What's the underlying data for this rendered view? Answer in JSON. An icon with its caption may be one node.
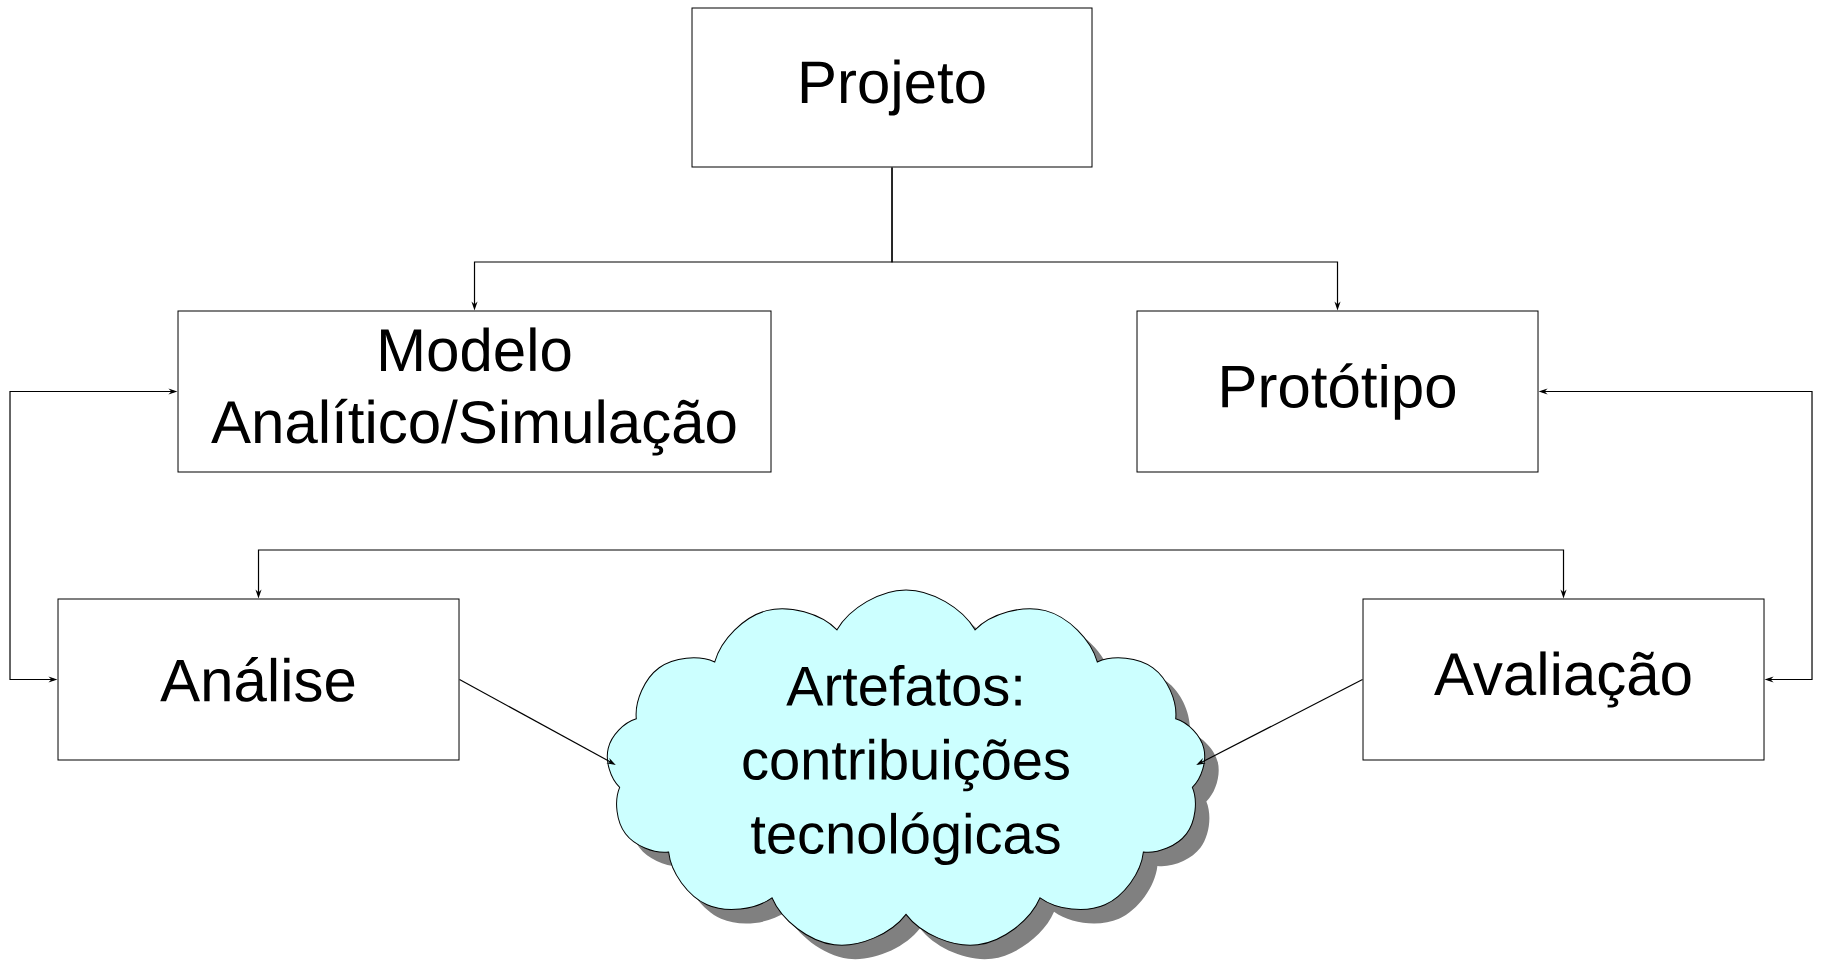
{
  "diagram": {
    "nodes": [
      {
        "text": [
          "Projeto"
        ]
      },
      {
        "text": [
          "Modelo Analítico/Simulação"
        ]
      },
      {
        "text": [
          "Protótipo"
        ]
      },
      {
        "text": [
          "Análise"
        ]
      },
      {
        "text": [
          "Avaliação"
        ]
      },
      {
        "text": [
          "Artefatos: contribuições tecnológicas"
        ]
      }
    ],
    "edges": [
      {
        "from": 0,
        "to": 1,
        "arrow": "to"
      },
      {
        "from": 0,
        "to": 2,
        "arrow": "to"
      },
      {
        "from": 1,
        "to": 3,
        "arrow": "both"
      },
      {
        "from": 2,
        "to": 4,
        "arrow": "both"
      },
      {
        "from": 3,
        "to": 4,
        "arrow": "both"
      },
      {
        "from": 3,
        "to": 5,
        "arrow": "to"
      },
      {
        "from": 4,
        "to": 5,
        "arrow": "to"
      }
    ]
  }
}
